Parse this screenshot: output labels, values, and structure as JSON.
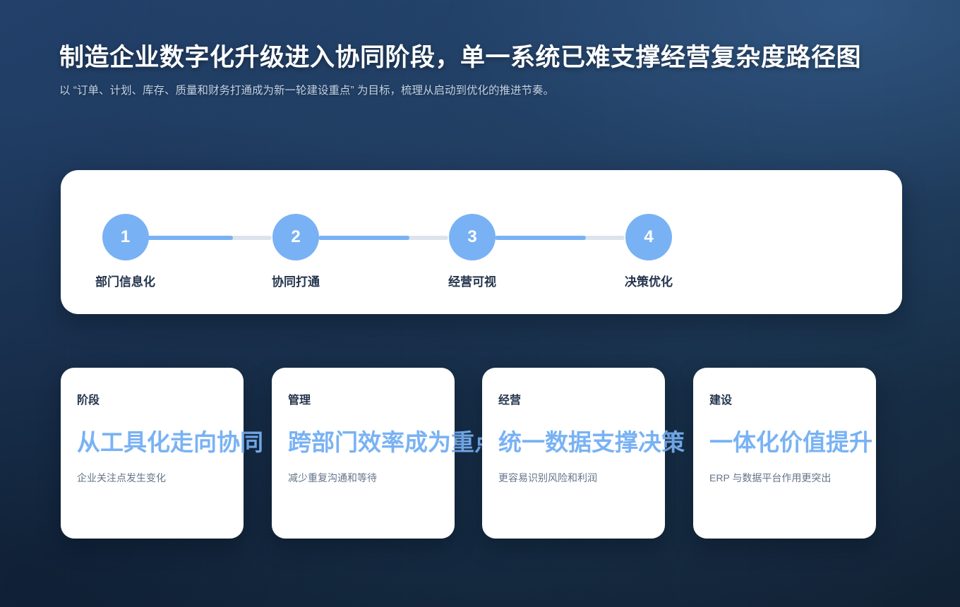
{
  "header": {
    "title": "制造企业数字化升级进入协同阶段，单一系统已难支撑经营复杂度路径图",
    "subtitle": "以 “订单、计划、库存、质量和财务打通成为新一轮建设重点” 为目标，梳理从启动到优化的推进节奏。"
  },
  "colors": {
    "background_top": "#22406a",
    "background_bottom": "#132336",
    "accent_blue": "#79b2f4",
    "connector_inactive": "#dde3ec",
    "card_surface": "#ffffff",
    "text_dark": "#24344c",
    "text_muted": "#65748a",
    "subtitle": "#c2d3e6"
  },
  "timeline": {
    "steps": [
      {
        "number": "1",
        "label": "部门信息化"
      },
      {
        "number": "2",
        "label": "协同打通"
      },
      {
        "number": "3",
        "label": "经营可视"
      },
      {
        "number": "4",
        "label": "决策优化"
      }
    ],
    "connectors": [
      {
        "fill_percent": 70
      },
      {
        "fill_percent": 70
      },
      {
        "fill_percent": 70
      }
    ]
  },
  "cards": [
    {
      "tag": "阶段",
      "headline": "从工具化走向协同",
      "note": "企业关注点发生变化"
    },
    {
      "tag": "管理",
      "headline": "跨部门效率成为重点",
      "note": "减少重复沟通和等待"
    },
    {
      "tag": "经营",
      "headline": "统一数据支撑决策",
      "note": "更容易识别风险和利润"
    },
    {
      "tag": "建设",
      "headline": "一体化价值提升",
      "note": "ERP 与数据平台作用更突出"
    }
  ]
}
